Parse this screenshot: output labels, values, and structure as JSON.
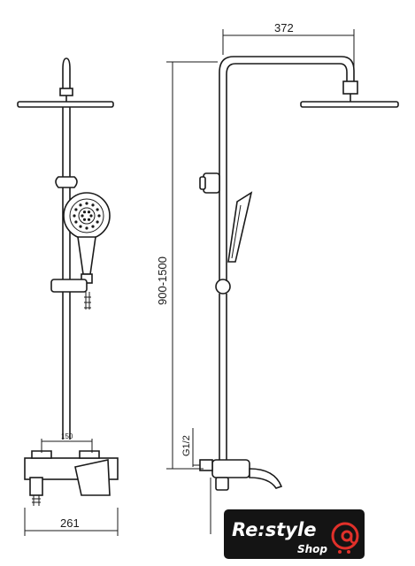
{
  "drawing": {
    "dimensions": {
      "top_width": "372",
      "height_range": "900-1500",
      "bottom_width": "261",
      "mixer_spacing": "150",
      "connection": "G1/2"
    },
    "logo": {
      "main": "Re:style",
      "sub": "Shop"
    }
  }
}
